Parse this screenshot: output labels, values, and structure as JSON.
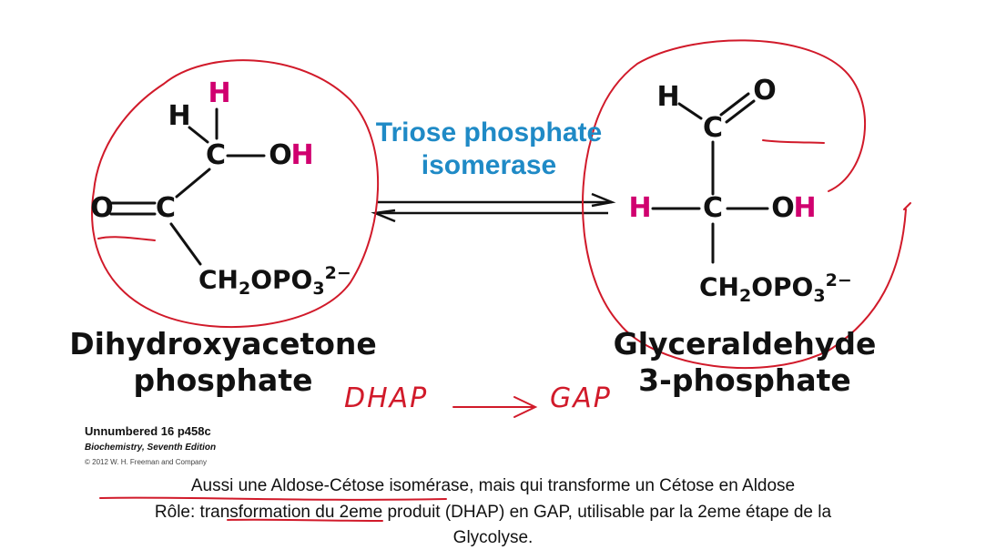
{
  "reaction": {
    "enzyme_line1": "Triose phosphate",
    "enzyme_line2": "isomerase",
    "substrate": {
      "atom_H_top": "H",
      "atom_H_left": "H",
      "atom_C_top": "C",
      "atom_O_H": "O",
      "atom_H_OH": "H",
      "atom_O_dbl": "O",
      "atom_C_mid": "C",
      "formula": {
        "a": "CH",
        "b": "2",
        "c": "OPO",
        "d": "3",
        "e": "2−"
      },
      "name_line1": "Dihydroxyacetone",
      "name_line2": "phosphate"
    },
    "product": {
      "atom_H_ald": "H",
      "atom_C_ald": "C",
      "atom_O_ald": "O",
      "atom_H_left": "H",
      "atom_C_mid": "C",
      "atom_O_H": "O",
      "atom_H_OH": "H",
      "formula": {
        "a": "CH",
        "b": "2",
        "c": "OPO",
        "d": "3",
        "e": "2−"
      },
      "name_line1": "Glyceraldehyde",
      "name_line2": "3-phosphate"
    }
  },
  "handwriting": {
    "left_abbrev": "DHAP",
    "right_abbrev": "GAP"
  },
  "credits": {
    "line1": "Unnumbered 16 p458c",
    "line2": "Biochemistry, Seventh Edition",
    "line3": "© 2012 W. H. Freeman and Company"
  },
  "notes": {
    "line1": "Aussi une Aldose-Cétose isomérase, mais qui transforme un Cétose en Aldose",
    "line2": "Rôle: transformation du 2eme produit (DHAP) en GAP, utilisable par la 2eme étape de la",
    "line3": "Glycolyse."
  },
  "colors": {
    "accent_pink": "#d0006f",
    "enzyme_blue": "#1f8ac6",
    "annotation_red": "#d11a2a"
  }
}
